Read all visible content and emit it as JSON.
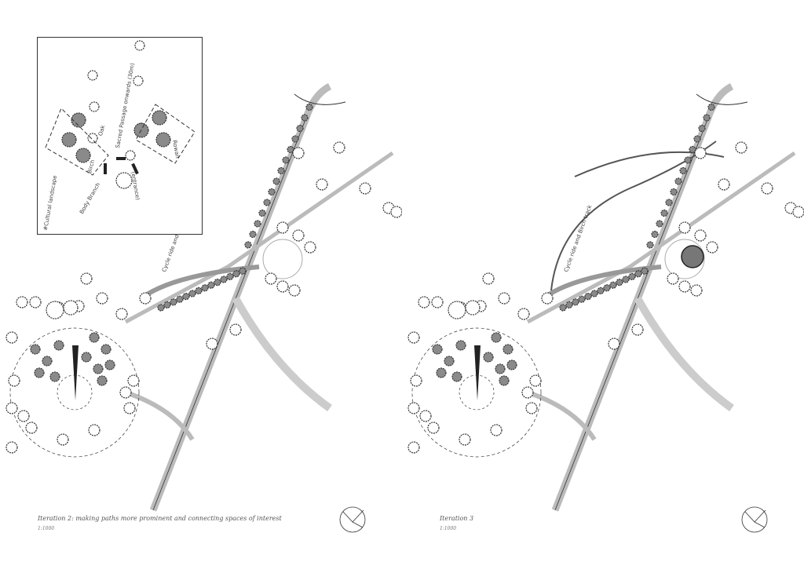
{
  "panels": [
    {
      "caption": "Iteration 2: making paths more prominent and connecting spaces of interest",
      "scale": "1:1000",
      "annotation": "Cycle ride and Birch track"
    },
    {
      "caption": "Iteration 3",
      "scale": "1:1000",
      "annotation": "Cycle ride and Birch track"
    }
  ],
  "inset": {
    "title": "#Cultural landscape",
    "passage": "Sacred Passage onwards (30m)",
    "labels": [
      "Birch",
      "Oak",
      "Rowan",
      "(entrance)",
      "Body Branch"
    ]
  },
  "colors": {
    "ink": "#333333",
    "tree_fill": "#8a8a8a",
    "road": "#bbbbbb"
  }
}
